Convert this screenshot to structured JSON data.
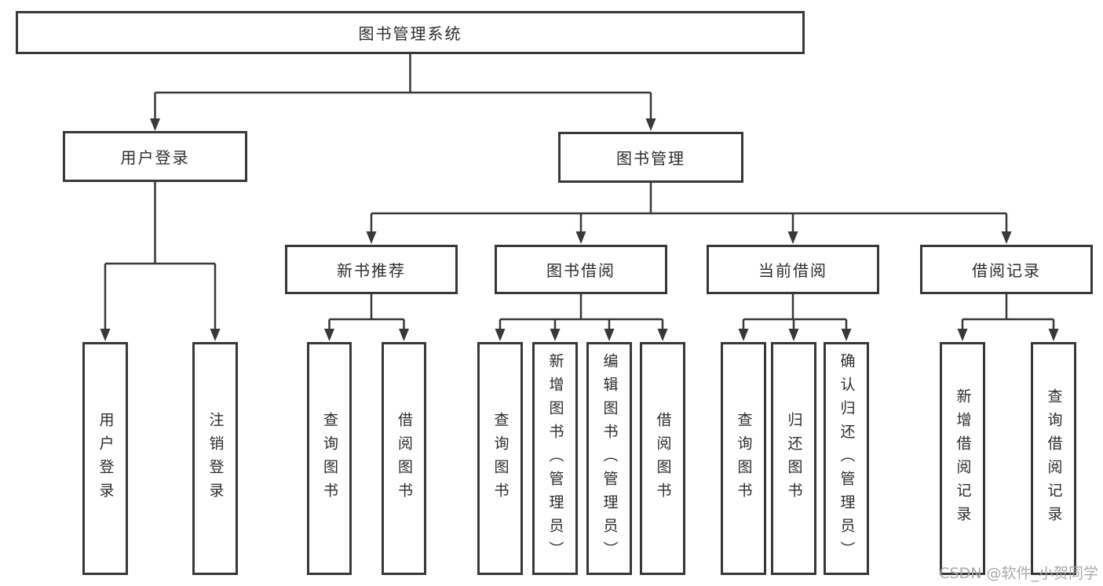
{
  "diagram": {
    "root": {
      "label": "图书管理系统"
    },
    "branches": [
      {
        "label": "用户登录",
        "children": [
          {
            "label": "用户登录"
          },
          {
            "label": "注销登录"
          }
        ]
      },
      {
        "label": "图书管理",
        "children": [
          {
            "label": "新书推荐",
            "children": [
              {
                "label": "查询图书"
              },
              {
                "label": "借阅图书"
              }
            ]
          },
          {
            "label": "图书借阅",
            "children": [
              {
                "label": "查询图书"
              },
              {
                "label": "新增图书（管理员）"
              },
              {
                "label": "编辑图书（管理员）"
              },
              {
                "label": "借阅图书"
              }
            ]
          },
          {
            "label": "当前借阅",
            "children": [
              {
                "label": "查询图书"
              },
              {
                "label": "归还图书"
              },
              {
                "label": "确认归还（管理员）"
              }
            ]
          },
          {
            "label": "借阅记录",
            "children": [
              {
                "label": "新增借阅记录"
              },
              {
                "label": "查询借阅记录"
              }
            ]
          }
        ]
      }
    ]
  },
  "watermark": {
    "text": "CSDN @软件_小贺同学"
  },
  "colors": {
    "line": "#383838",
    "box_border": "#383838",
    "text": "#2d2d2d",
    "watermark": "#a5a5a5",
    "background": "#ffffff"
  }
}
